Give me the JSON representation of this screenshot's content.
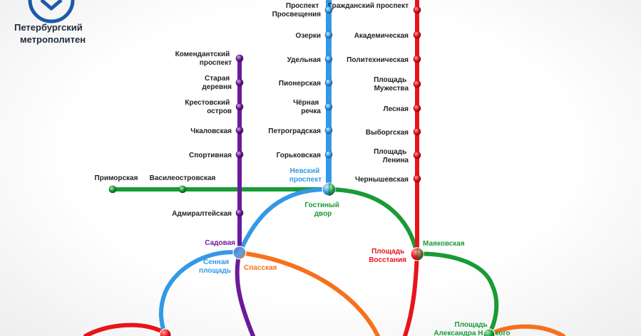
{
  "logo": {
    "line1": "Петербургский",
    "line2": "метрополитен",
    "icon": "metro-m-logo-icon",
    "color": "#1c5aa6"
  },
  "lines": {
    "red": {
      "color": "#e8141b"
    },
    "blue": {
      "color": "#3399e6"
    },
    "green": {
      "color": "#1a9a36"
    },
    "orange": {
      "color": "#f7701d"
    },
    "purple": {
      "color": "#6a1a9a"
    }
  },
  "stations": {
    "red": [
      "Гражданский проспект",
      "Академическая",
      "Политехническая",
      "Площадь Мужества",
      "Лесная",
      "Выборгская",
      "Площадь Ленина",
      "Чернышевская",
      "Площадь Восстания"
    ],
    "blue": [
      "Проспект Просвещения",
      "Озерки",
      "Удельная",
      "Пионерская",
      "Чёрная речка",
      "Петроградская",
      "Горьковская",
      "Невский проспект",
      "Сенная площадь"
    ],
    "purple": [
      "Комендантский проспект",
      "Старая деревня",
      "Крестовский остров",
      "Чкаловская",
      "Спортивная",
      "Адмиралтейская",
      "Садовая"
    ],
    "green": [
      "Приморская",
      "Василеостровская",
      "Гостиный двор",
      "Маяковская",
      "Площадь Александра Невского"
    ],
    "orange": [
      "Спасская"
    ]
  }
}
